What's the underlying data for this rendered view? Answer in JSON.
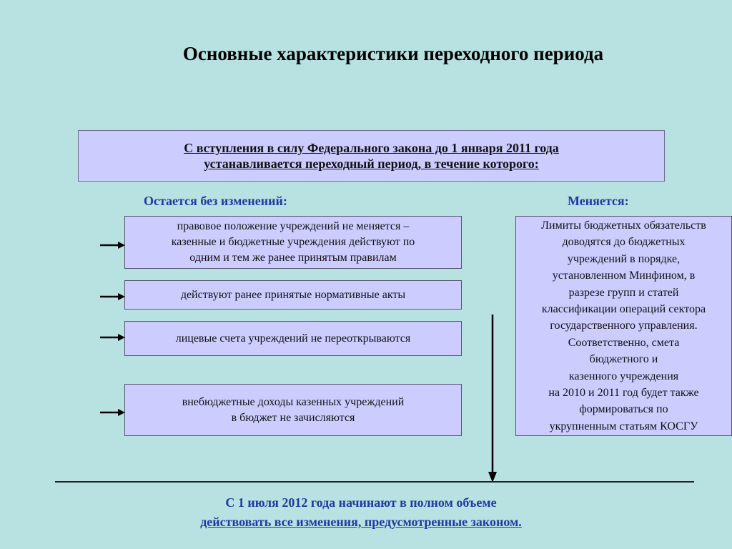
{
  "title": "Основные характеристики переходного периода",
  "intro": {
    "line1": "С вступления в силу Федерального закона до 1 января 2011 года",
    "line2": "устанавливается переходный период, в течение которого:"
  },
  "unchanged_header": "Остается без изменений:",
  "changes_header": "Меняется:",
  "unchanged_items": [
    {
      "lines": [
        "правовое положение  учреждений не меняется –",
        "казенные и бюджетные учреждения действуют по",
        "одним и тем же ранее принятым правилам"
      ]
    },
    {
      "lines": [
        "действуют ранее принятые нормативные акты"
      ]
    },
    {
      "lines": [
        "лицевые счета учреждений не переоткрываются"
      ]
    },
    {
      "lines": [
        "внебюджетные доходы казенных учреждений",
        "в бюджет не зачисляются"
      ]
    }
  ],
  "changes_lines": [
    "Лимиты бюджетных обязательств",
    "доводятся до бюджетных",
    "учреждений в порядке,",
    "установленном Минфином, в",
    "разрезе групп и статей",
    "классификации операций сектора",
    "государственного управления.",
    "Соответственно, смета",
    "бюджетного и",
    "казенного учреждения",
    "на 2010 и 2011 год будет также",
    "формироваться по",
    "укрупненным статьям КОСГУ"
  ],
  "final": {
    "line1": "С 1 июля 2012 года начинают в полном объеме",
    "line2": "действовать все изменения, предусмотренные законом."
  }
}
